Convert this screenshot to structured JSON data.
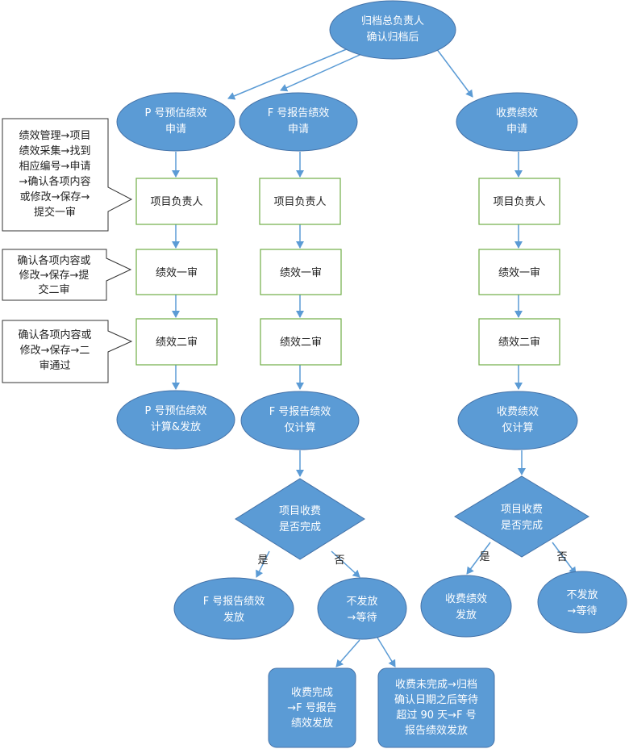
{
  "diagram": {
    "top": [
      "归档总负责人",
      "确认归档后"
    ],
    "col_p": {
      "start": [
        "P 号预估绩效",
        "申请"
      ],
      "step1": [
        "项目负责人"
      ],
      "step2": [
        "绩效一审"
      ],
      "step3": [
        "绩效二审"
      ],
      "end": [
        "P 号预估绩效",
        "计算&发放"
      ]
    },
    "col_f": {
      "start": [
        "F 号报告绩效",
        "申请"
      ],
      "step1": [
        "项目负责人"
      ],
      "step2": [
        "绩效一审"
      ],
      "step3": [
        "绩效二审"
      ],
      "calc": [
        "F 号报告绩效",
        "仅计算"
      ],
      "decision": [
        "项目收费",
        "是否完成"
      ],
      "yes_label": "是",
      "no_label": "否",
      "yes_end": [
        "F 号报告绩效",
        "发放"
      ],
      "no_node": [
        "不发放",
        "→等待"
      ],
      "wait_a": [
        "收费完成",
        "→F 号报告",
        "绩效发放"
      ],
      "wait_b": [
        "收费未完成→归档",
        "确认日期之后等待",
        "超过 90 天→F 号",
        "报告绩效发放"
      ]
    },
    "col_c": {
      "start": [
        "收费绩效",
        "申请"
      ],
      "step1": [
        "项目负责人"
      ],
      "step2": [
        "绩效一审"
      ],
      "step3": [
        "绩效二审"
      ],
      "calc": [
        "收费绩效",
        "仅计算"
      ],
      "decision": [
        "项目收费",
        "是否完成"
      ],
      "yes_label": "是",
      "no_label": "否",
      "yes_end": [
        "收费绩效",
        "发放"
      ],
      "no_end": [
        "不发放",
        "→等待"
      ]
    },
    "callouts": {
      "c1": [
        "绩效管理→项目",
        "绩效采集→找到",
        "相应编号→申请",
        "→确认各项内容",
        "或修改→保存→",
        "提交一审"
      ],
      "c2": [
        "确认各项内容或",
        "修改→保存→提",
        "交二审"
      ],
      "c3": [
        "确认各项内容或",
        "修改→保存→二",
        "审通过"
      ]
    },
    "colors": {
      "fill": "#5B9BD5",
      "stroke": "#4472A8",
      "box_stroke": "#70AD47",
      "arrow": "#5B9BD5",
      "callout_stroke": "#333333"
    }
  }
}
